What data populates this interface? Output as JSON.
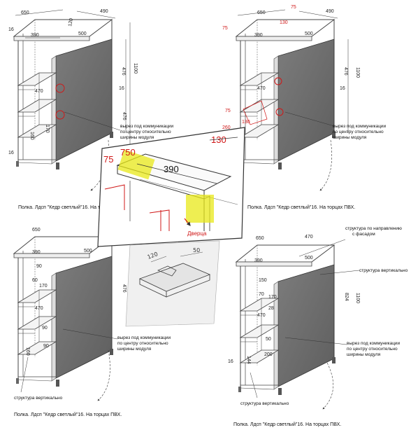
{
  "captions": {
    "tl": "Полка. Лдсп \"Кедр светлый\"16. На торцах ПВХ.",
    "tr": "Полка. Лдсп \"Кедр светлый\"16. На торцах ПВХ.",
    "bl": "Полка. Лдсп \"Кедр светлый\"16. На торцах ПВХ.",
    "br": "Полка. Лдсп \"Кедр светлый\"16. На торцах ПВХ."
  },
  "notes": {
    "cutout_line1": "вырез под коммуникации",
    "cutout_line2": "по центру относительно",
    "cutout_line3": "ширины модуля",
    "structure_vertical": "структура вертикально",
    "structure_facade_line1": "структура по направлению",
    "structure_facade_line2": "с фасадом",
    "door_label": "Дверца"
  },
  "dims": {
    "d650": "650",
    "d490": "490",
    "d390": "390",
    "d500": "500",
    "d120": "120",
    "d476": "476",
    "d1100": "1100",
    "d16": "16",
    "d470": "470",
    "d170": "170",
    "d75": "75",
    "d130": "130",
    "d260": "260",
    "d90": "90",
    "d60": "60",
    "d160": "160",
    "d824": "824",
    "d150": "150",
    "d70": "70",
    "d28": "28",
    "d144": "144",
    "d50": "50",
    "d200": "200"
  },
  "zoom": {
    "d75": "75",
    "d750": "750",
    "d390": "390",
    "d130": "130"
  },
  "sketch": {
    "d120": "120",
    "d50": "50"
  }
}
